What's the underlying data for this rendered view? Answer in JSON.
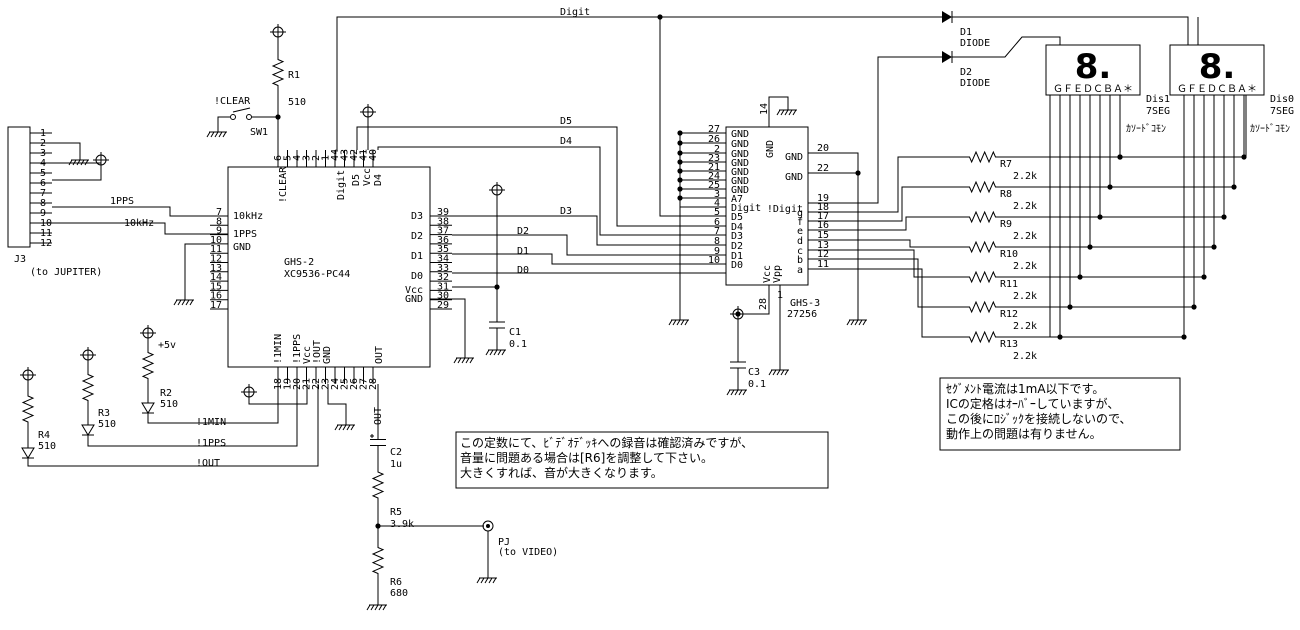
{
  "net_labels": {
    "digit": "Digit",
    "d5": "D5",
    "d4": "D4",
    "d3": "D3",
    "d2": "D2",
    "d1": "D1",
    "d0": "D0",
    "pps": "1PPS",
    "tenk": "10kHz",
    "n1min": "!1MIN",
    "n1pps": "!1PPS",
    "nout": "!OUT",
    "clear": "!CLEAR"
  },
  "j3": {
    "ref": "J3",
    "desc": "(to JUPITER)",
    "pins": [
      "1",
      "2",
      "3",
      "4",
      "5",
      "6",
      "7",
      "8",
      "9",
      "10",
      "11",
      "12"
    ]
  },
  "sw1": {
    "ref": "SW1"
  },
  "r1": {
    "ref": "R1",
    "value": "510"
  },
  "ghs2": {
    "ref": "GHS-2",
    "part": "XC9536-PC44",
    "top_pins": [
      "6",
      "5",
      "4",
      "3",
      "2",
      "1",
      "44",
      "43",
      "42",
      "41",
      "40"
    ],
    "top_labels": [
      "!CLEAR",
      "Digit",
      "D5",
      "Vcc",
      "D4"
    ],
    "left_pins": [
      "7",
      "8",
      "9",
      "10",
      "11",
      "12",
      "13",
      "14",
      "15",
      "16",
      "17"
    ],
    "left_labels": [
      "10kHz",
      "1PPS",
      "GND"
    ],
    "right_pins": [
      "39",
      "38",
      "37",
      "36",
      "35",
      "34",
      "33",
      "32",
      "31",
      "30",
      "29"
    ],
    "right_labels": [
      "D3",
      "D2",
      "D1",
      "D0",
      "Vcc",
      "GND"
    ],
    "bottom_pins": [
      "18",
      "19",
      "20",
      "21",
      "22",
      "23",
      "24",
      "25",
      "26",
      "27",
      "28"
    ],
    "bottom_labels": [
      "!1MIN",
      "!1PPS",
      "Vcc",
      "!OUT",
      "GND",
      "OUT"
    ]
  },
  "c1": {
    "ref": "C1",
    "value": "0.1"
  },
  "c2": {
    "ref": "C2",
    "value": "1u"
  },
  "c3": {
    "ref": "C3",
    "value": "0.1"
  },
  "r2": {
    "ref": "R2",
    "value": "510"
  },
  "r3": {
    "ref": "R3",
    "value": "510"
  },
  "r4": {
    "ref": "R4",
    "value": "510"
  },
  "plus5": "+5v",
  "r5": {
    "ref": "R5",
    "value": "3.9k"
  },
  "r6": {
    "ref": "R6",
    "value": "680"
  },
  "pj": {
    "ref": "PJ",
    "desc": "(to VIDEO)"
  },
  "out_label": "OUT",
  "ghs3": {
    "ref": "GHS-3",
    "part": "27256",
    "left_pins": [
      "27",
      "26",
      "2",
      "23",
      "21",
      "24",
      "25",
      "3",
      "4",
      "5",
      "6",
      "7",
      "8",
      "9",
      "10"
    ],
    "left_labels": [
      "GND",
      "GND",
      "GND",
      "GND",
      "GND",
      "GND",
      "GND",
      "GND",
      "A7",
      "Digit",
      "D5",
      "D4",
      "D3",
      "D2",
      "D1",
      "D0"
    ],
    "right_pins": [
      "20",
      "22",
      "19",
      "18",
      "17",
      "16",
      "15",
      "13",
      "12",
      "11"
    ],
    "right_labels": [
      "GND",
      "GND",
      "!Digit",
      "g",
      "f",
      "e",
      "d",
      "c",
      "b",
      "a"
    ],
    "top_pin": "14",
    "top_label": "GND",
    "bottom_pins": [
      "28",
      "1"
    ],
    "bottom_labels": [
      "Vcc",
      "Vpp"
    ]
  },
  "d1": {
    "ref": "D1",
    "value": "DIODE"
  },
  "d2": {
    "ref": "D2",
    "value": "DIODE"
  },
  "dis1": {
    "ref": "Dis1",
    "value": "7SEG",
    "note": "ｶｿｰﾄﾞｺﾓﾝ",
    "pins": "ＧＦＥＤＣＢＡ＊"
  },
  "dis0": {
    "ref": "Dis0",
    "value": "7SEG",
    "note": "ｶｿｰﾄﾞｺﾓﾝ",
    "pins": "ＧＦＥＤＣＢＡ＊"
  },
  "rs": [
    {
      "ref": "R7",
      "value": "2.2k"
    },
    {
      "ref": "R8",
      "value": "2.2k"
    },
    {
      "ref": "R9",
      "value": "2.2k"
    },
    {
      "ref": "R10",
      "value": "2.2k"
    },
    {
      "ref": "R11",
      "value": "2.2k"
    },
    {
      "ref": "R12",
      "value": "2.2k"
    },
    {
      "ref": "R13",
      "value": "2.2k"
    }
  ],
  "note_right": [
    "ｾｸﾞﾒﾝﾄ電流は1mA以下です。",
    "ICの定格はｵｰﾊﾞｰしていますが、",
    "この後にﾛｼﾞｯｸを接続しないので、",
    "動作上の問題は有りません。"
  ],
  "note_bottom": [
    "この定数にて、ﾋﾞﾃﾞｵﾃﾞｯｷへの録音は確認済みですが、",
    "音量に問題ある場合は[R6]を調整して下さい。",
    "大きくすれば、音が大きくなります。"
  ]
}
